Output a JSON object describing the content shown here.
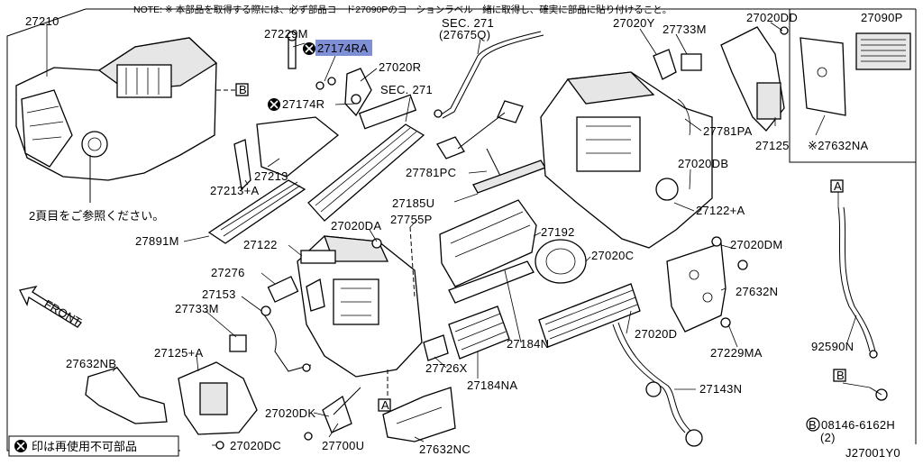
{
  "note": {
    "prefix": "NOTE: ※",
    "text": "本部品を取得する際には、必ず部品コード27090Pのコーションラベル一緒に取得し、確実に部品に貼り付けること。"
  },
  "labels": {
    "p27210": "27210",
    "p27229M": "27229M",
    "p27174RA": "27174RA",
    "p27020R": "27020R",
    "p27174R": "27174R",
    "sec271_top": "SEC. 271",
    "sec271_top_sub": "(27675Q)",
    "sec271_mid": "SEC. 271",
    "p27020Y": "27020Y",
    "p27733M_top": "27733M",
    "p27020DD": "27020DD",
    "p27090P": "27090P",
    "p27781PA": "27781PA",
    "p27125": "27125",
    "p27632NA": "※27632NA",
    "p27213": "27213",
    "p27213A": "27213+A",
    "p27781PC": "27781PC",
    "p27020DB": "27020DB",
    "p27185U": "27185U",
    "p27122A": "27122+A",
    "refpage_note": "2頁目をご参照ください。",
    "p27891M": "27891M",
    "p27020DA": "27020DA",
    "p27755P": "27755P",
    "p27192": "27192",
    "p27122": "27122",
    "p27020C": "27020C",
    "p27020DM": "27020DM",
    "p27276": "27276",
    "p27153": "27153",
    "p27632N": "27632N",
    "front": "FRONT",
    "p27733M": "27733M",
    "p27184N": "27184N",
    "p27020D": "27020D",
    "p27125A": "27125+A",
    "p27229MA": "27229MA",
    "p92590N": "92590N",
    "p27632NB": "27632NB",
    "p27726X": "27726X",
    "p27184NA": "27184NA",
    "p27143N": "27143N",
    "p27020DK": "27020DK",
    "p27020DC": "27020DC",
    "p27700U": "27700U",
    "p27632NC": "27632NC",
    "p08146": "08146-6162H",
    "p08146_qty": "(2)",
    "legend_text": "印は再使用不可部品",
    "diagram_id": "J27001Y0",
    "ref_A": "A",
    "ref_B": "B",
    "bolt_B": "B"
  }
}
